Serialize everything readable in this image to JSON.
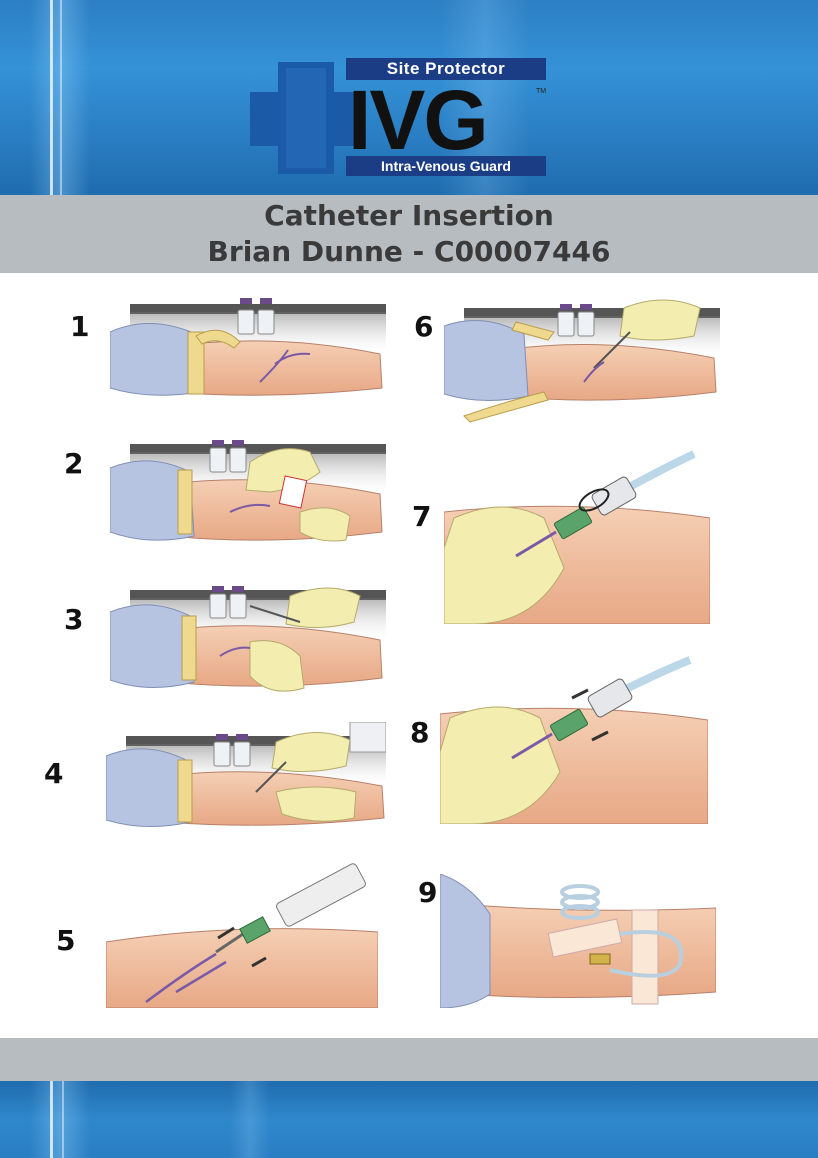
{
  "logo": {
    "top_text": "Site Protector",
    "main_text": "IVG",
    "tm": "TM",
    "bottom_text": "Intra-Venous Guard"
  },
  "title": {
    "line1": "Catheter Insertion",
    "line2": "Brian Dunne - C00007446"
  },
  "steps": [
    {
      "number": "1"
    },
    {
      "number": "2"
    },
    {
      "number": "3"
    },
    {
      "number": "4"
    },
    {
      "number": "5"
    },
    {
      "number": "6"
    },
    {
      "number": "7"
    },
    {
      "number": "8"
    },
    {
      "number": "9"
    }
  ],
  "colors": {
    "banner_blue": "#2c7fc4",
    "logo_navy": "#1b3d86",
    "cross_blue": "#1a5aa6",
    "grey_bar": "#b7bcc0",
    "skin": "#f0bf9e",
    "glove": "#f4edb0",
    "sleeve": "#b6c4e2",
    "tourniquet": "#eed98e"
  }
}
